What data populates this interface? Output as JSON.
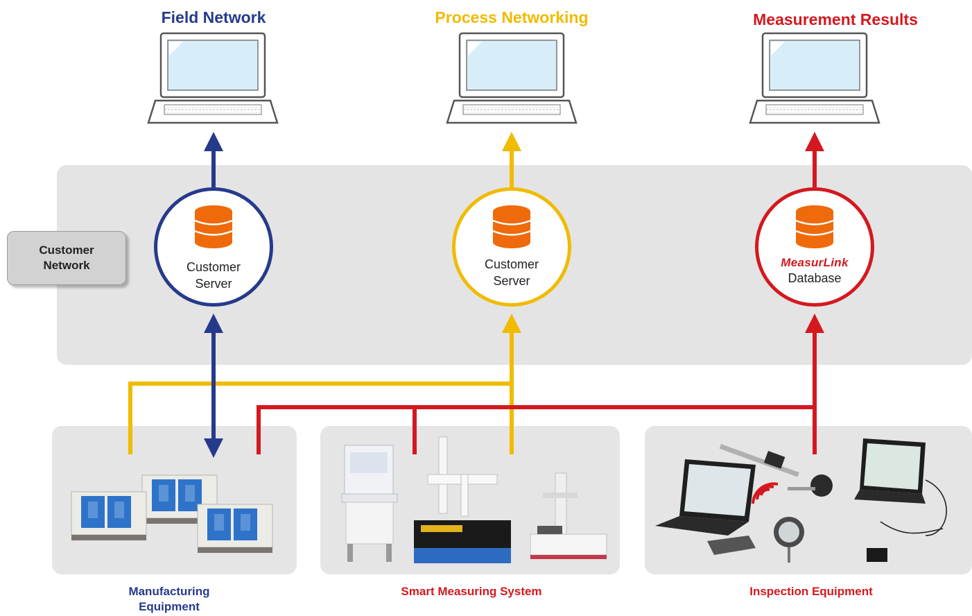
{
  "titles": {
    "field": "Field Network",
    "process": "Process Networking",
    "results": "Measurement Results"
  },
  "customer_network": "Customer\nNetwork",
  "nodes": {
    "blue": {
      "line1": "Customer",
      "line2": "Server"
    },
    "yellow": {
      "line1": "Customer",
      "line2": "Server"
    },
    "red": {
      "logo": "MeasurLink",
      "line1": "Database"
    }
  },
  "captions": {
    "manufacturing": "Manufacturing\nEquipment",
    "smart": "Smart Measuring System",
    "inspection": "Inspection Equipment"
  },
  "colors": {
    "blue": "#263a8c",
    "yellow": "#f0bb00",
    "red": "#d3191f",
    "database": "#ee6a0b"
  }
}
